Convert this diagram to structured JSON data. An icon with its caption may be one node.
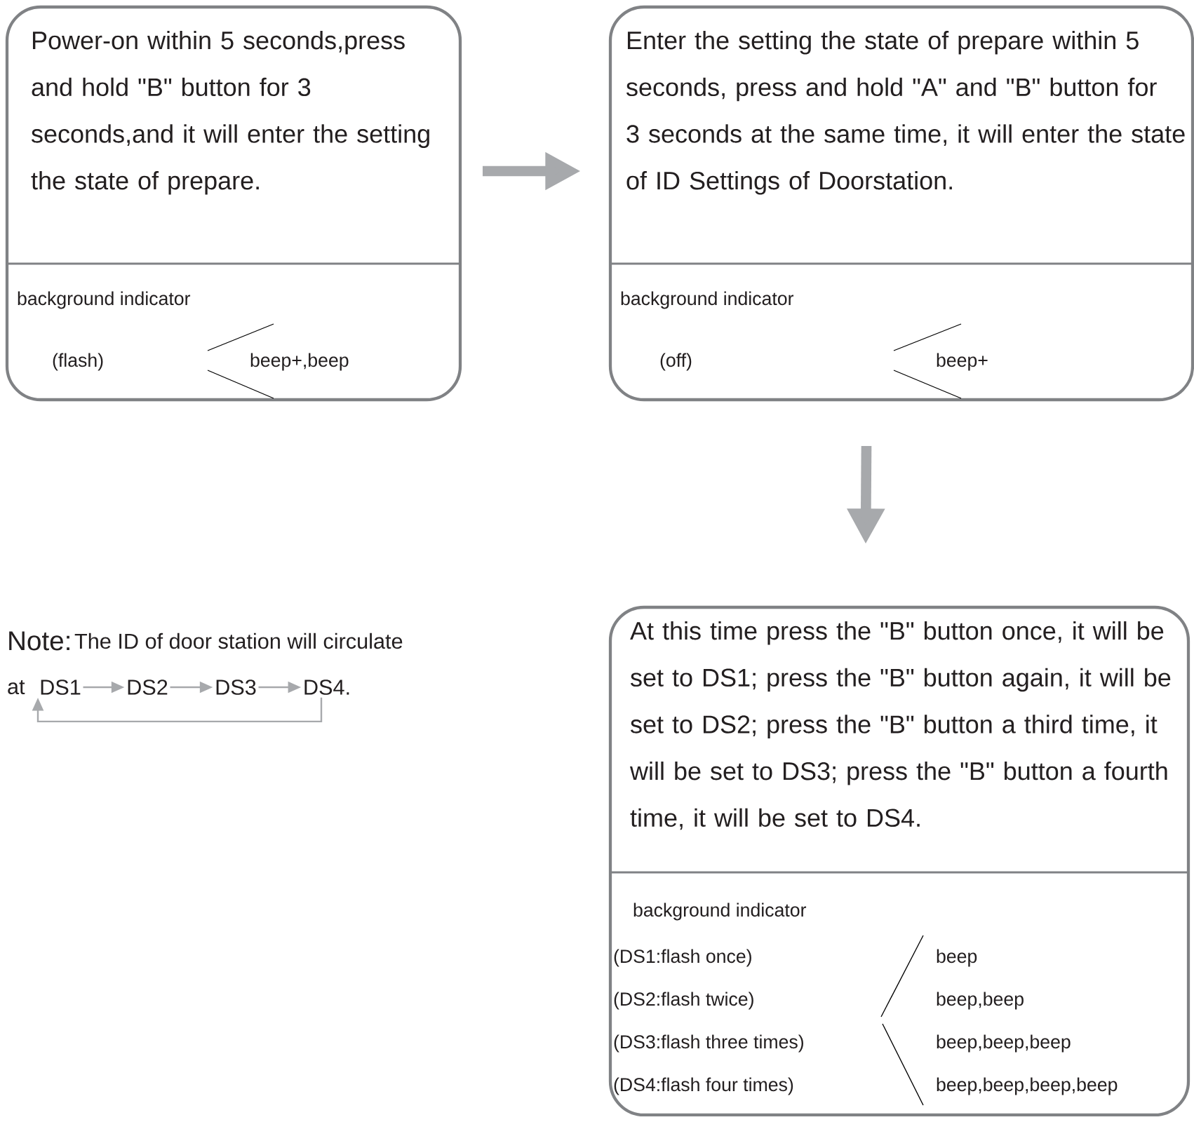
{
  "diagram": {
    "nodes": [
      {
        "text": [
          "Power-on within 5 seconds,press and hold \"B\" button for 3 seconds,and it will enter the setting the state of prepare.",
          "background indicator",
          "(flash)",
          "beep+,beep"
        ]
      },
      {
        "text": [
          "Enter the setting the state of prepare within 5 seconds, press and hold \"A\" and \"B\" button for 3 seconds at the same time, it will enter the state of ID Settings of Doorstation.",
          "background indicator",
          "(off)",
          "beep+"
        ]
      },
      {
        "text": [
          "At this time press the \"B\" button once, it will be set to DS1; press the \"B\" button again, it will be set to DS2; press the \"B\" button a third time, it will be set to DS3; press the \"B\" button a fourth time, it will be set to DS4.",
          "background indicator",
          "(DS1:flash once)",
          "beep",
          "(DS2:flash twice)",
          "beep,beep",
          "(DS3:flash three times)",
          "beep,beep,beep",
          "(DS4:flash four times)",
          "beep,beep,beep,beep"
        ]
      },
      {
        "text": [
          "DS1"
        ]
      },
      {
        "text": [
          "DS2"
        ]
      },
      {
        "text": [
          "DS3"
        ]
      },
      {
        "text": [
          "DS4."
        ]
      }
    ],
    "edges": [
      {
        "from": 0,
        "to": 1,
        "arrow": "to",
        "style": "thick"
      },
      {
        "from": 1,
        "to": 2,
        "arrow": "to",
        "style": "thick"
      },
      {
        "from": 3,
        "to": 4,
        "arrow": "to"
      },
      {
        "from": 4,
        "to": 5,
        "arrow": "to"
      },
      {
        "from": 5,
        "to": 6,
        "arrow": "to"
      },
      {
        "from": 6,
        "to": 3,
        "arrow": "to"
      }
    ],
    "labels": [
      "Note:",
      "The ID of door station will circulate",
      "at"
    ]
  }
}
